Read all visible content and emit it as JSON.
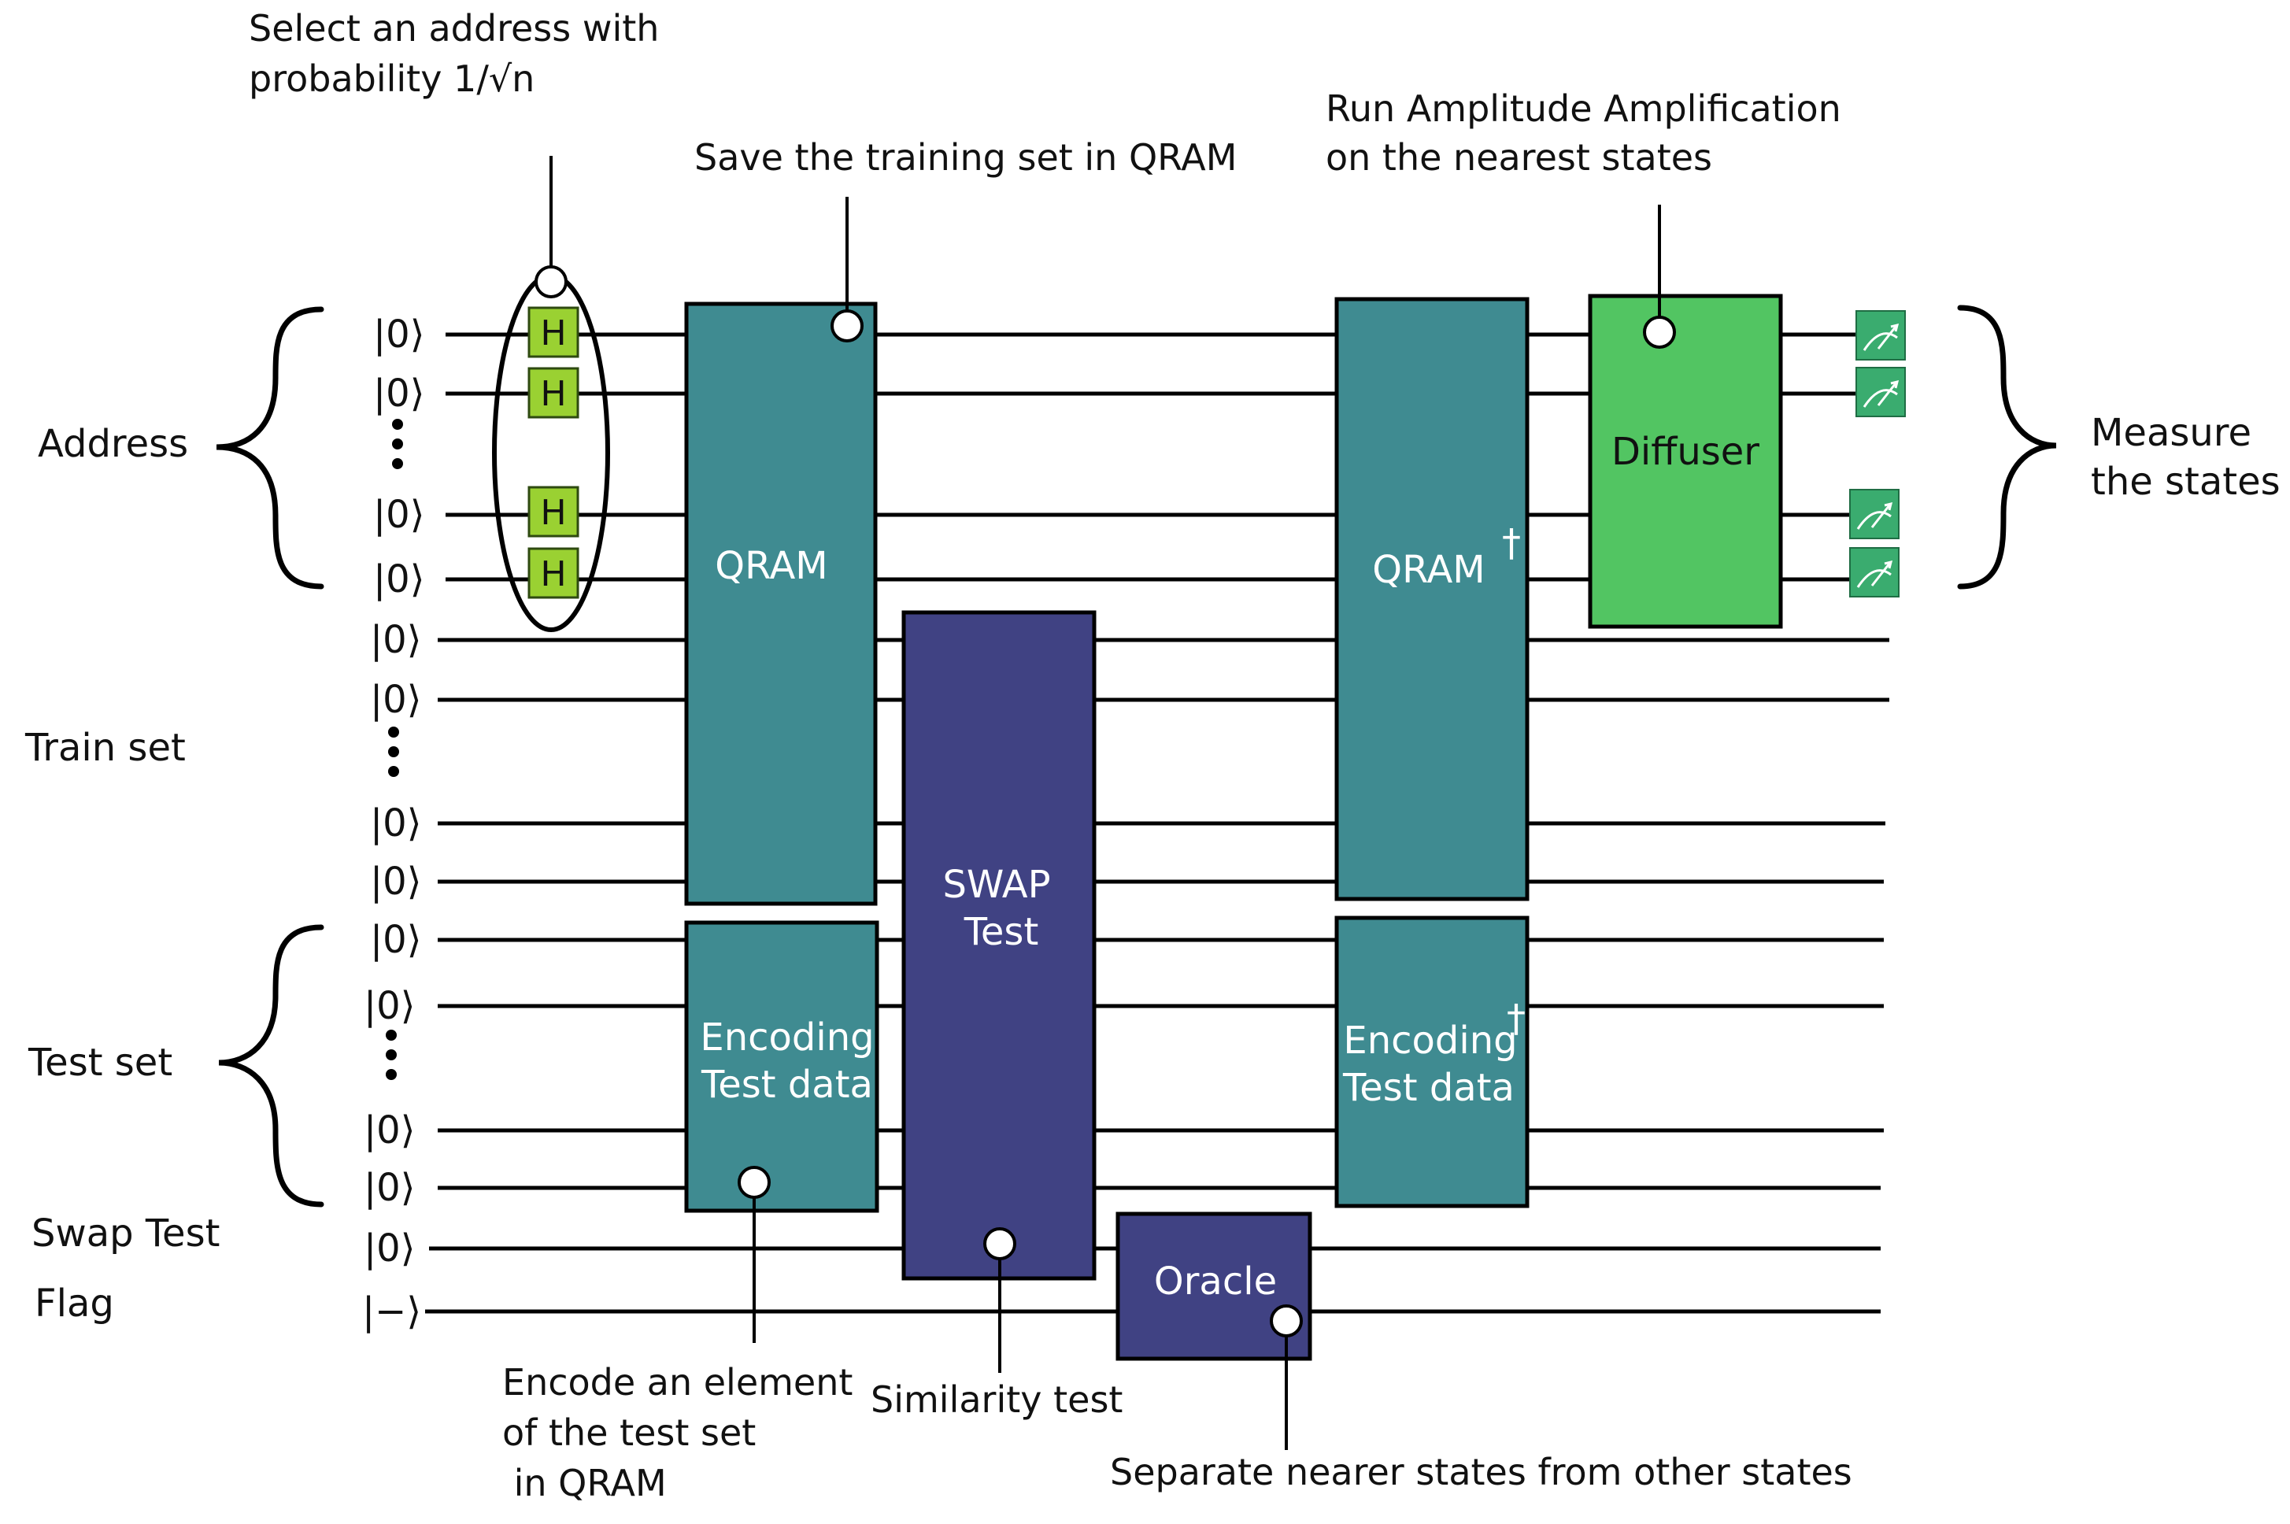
{
  "colors": {
    "qram_teal": "#3f8b91",
    "swap_purple": "#404283",
    "diffuser_green": "#52c562",
    "hadamard_green": "#9ad132",
    "meter_green": "#3aac6f"
  },
  "registers": {
    "address": "Address",
    "train_set": "Train set",
    "test_set": "Test set",
    "swap_test": "Swap Test",
    "flag": "Flag",
    "measure_line1": "Measure",
    "measure_line2": "the states"
  },
  "kets": {
    "zero": "|0⟩",
    "minus": "|−⟩"
  },
  "gates": {
    "hadamard": "H",
    "qram": "QRAM",
    "qram_dagger": "QRAM",
    "dagger": "†",
    "encoding_line1": "Encoding",
    "encoding_line2": "Test data",
    "swap_line1": "SWAP",
    "swap_line2": "Test",
    "diffuser": "Diffuser",
    "oracle": "Oracle"
  },
  "measurement_icon": "meter-icon",
  "annotations": {
    "select_line1": "Select an address with",
    "select_line2": "probability 1/√n",
    "save_training": "Save the training set in QRAM",
    "amplitude_line1": "Run Amplitude Amplification",
    "amplitude_line2": "on the nearest states",
    "encode_line1": "Encode an element",
    "encode_line2": "of the test set",
    "encode_line3": " in QRAM",
    "similarity": "Similarity test",
    "separate": "Separate nearer states from other states"
  }
}
